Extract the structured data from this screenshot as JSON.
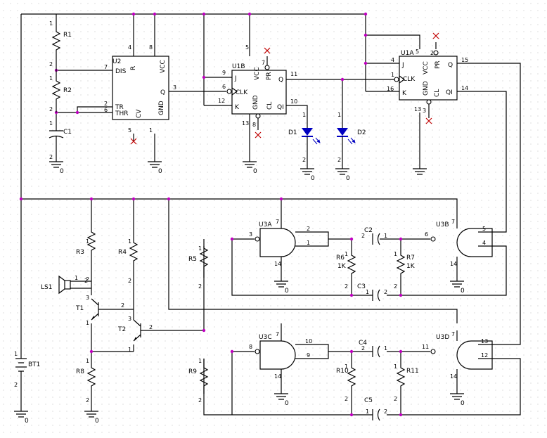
{
  "refs": {
    "R1": "R1",
    "R2": "R2",
    "C1": "C1",
    "U2": "U2",
    "U1B": "U1B",
    "U1A": "U1A",
    "D1": "D1",
    "D2": "D2",
    "R3": "R3",
    "R4": "R4",
    "R5": "R5",
    "LS1": "LS1",
    "T1": "T1",
    "T2": "T2",
    "R8": "R8",
    "R9": "R9",
    "BT1": "BT1",
    "U3A": "U3A",
    "U3B": "U3B",
    "U3C": "U3C",
    "U3D": "U3D",
    "C2": "C2",
    "C3": "C3",
    "C4": "C4",
    "C5": "C5",
    "R6": "R6",
    "R7": "R7",
    "R10": "R10",
    "R11": "R11"
  },
  "values": {
    "R6": "1K",
    "R7": "1K"
  },
  "gnd": "0",
  "u2": {
    "dis": "DIS",
    "r": "R",
    "vcc": "VCC",
    "q": "Q",
    "tr": "TR",
    "thr": "THR",
    "cv": "CV",
    "gnd": "GND"
  },
  "ff": {
    "j": "J",
    "k": "K",
    "clk": "CLK",
    "pr": "PR",
    "cl": "CL",
    "q": "Q",
    "qi": "QI",
    "vcc": "VCC",
    "gnd": "GND"
  },
  "pins": {
    "n1": "1",
    "n2": "2",
    "n3": "3",
    "n4": "4",
    "n5": "5",
    "n6": "6",
    "n7": "7",
    "n8": "8",
    "n9": "9",
    "n10": "10",
    "n11": "11",
    "n12": "12",
    "n13": "13",
    "n14": "14",
    "n15": "15",
    "n16": "16"
  },
  "colors": {
    "wire": "#000000",
    "junction": "#c000c0",
    "noconnect": "#c00000",
    "led": "#0000c0"
  }
}
